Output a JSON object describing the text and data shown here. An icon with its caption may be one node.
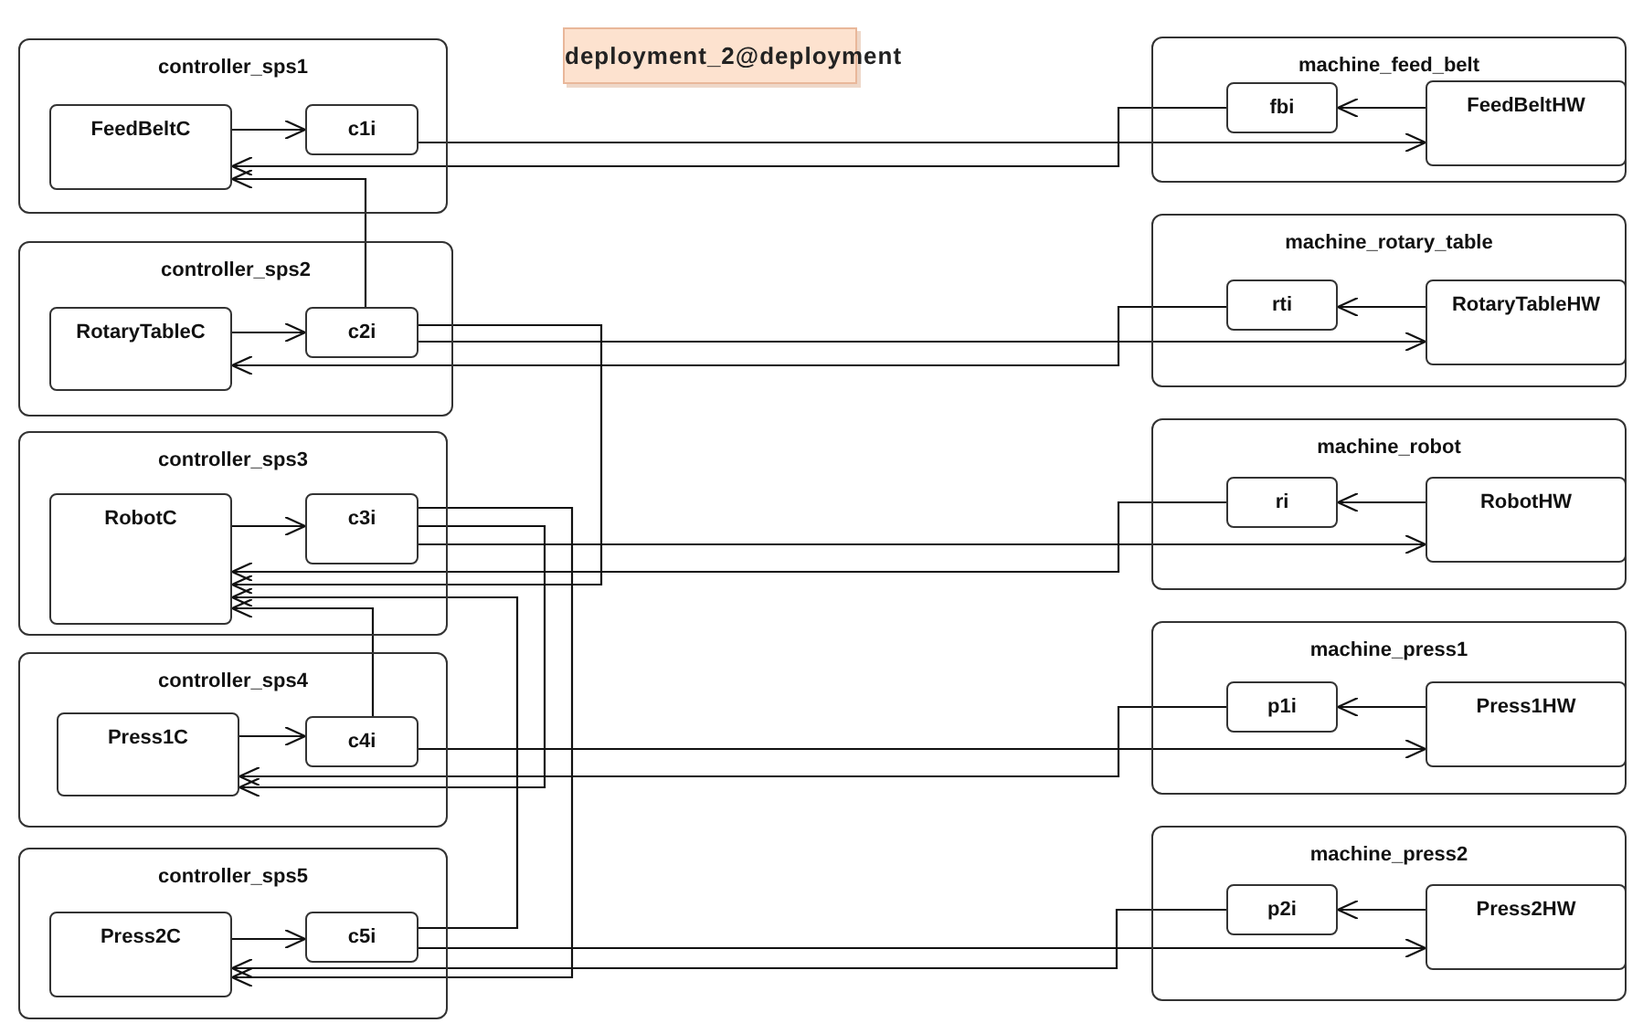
{
  "diagram": {
    "title": "deployment_2@deployment",
    "nodes": [
      {
        "text": [
          "controller_sps1"
        ]
      },
      {
        "text": [
          "FeedBeltC"
        ],
        "in": 0
      },
      {
        "text": [
          "c1i"
        ],
        "in": 0
      },
      {
        "text": [
          "machine_feed_belt"
        ]
      },
      {
        "text": [
          "fbi"
        ],
        "in": 3
      },
      {
        "text": [
          "FeedBeltHW"
        ],
        "in": 3
      },
      {
        "text": [
          "controller_sps2"
        ]
      },
      {
        "text": [
          "RotaryTableC"
        ],
        "in": 6
      },
      {
        "text": [
          "c2i"
        ],
        "in": 6
      },
      {
        "text": [
          "machine_rotary_table"
        ]
      },
      {
        "text": [
          "rti"
        ],
        "in": 9
      },
      {
        "text": [
          "RotaryTableHW"
        ],
        "in": 9
      },
      {
        "text": [
          "controller_sps3"
        ]
      },
      {
        "text": [
          "RobotC"
        ],
        "in": 12
      },
      {
        "text": [
          "c3i"
        ],
        "in": 12
      },
      {
        "text": [
          "machine_robot"
        ]
      },
      {
        "text": [
          "ri"
        ],
        "in": 15
      },
      {
        "text": [
          "RobotHW"
        ],
        "in": 15
      },
      {
        "text": [
          "controller_sps4"
        ]
      },
      {
        "text": [
          "Press1C"
        ],
        "in": 18
      },
      {
        "text": [
          "c4i"
        ],
        "in": 18
      },
      {
        "text": [
          "machine_press1"
        ]
      },
      {
        "text": [
          "p1i"
        ],
        "in": 21
      },
      {
        "text": [
          "Press1HW"
        ],
        "in": 21
      },
      {
        "text": [
          "controller_sps5"
        ]
      },
      {
        "text": [
          "Press2C"
        ],
        "in": 24
      },
      {
        "text": [
          "c5i"
        ],
        "in": 24
      },
      {
        "text": [
          "machine_press2"
        ]
      },
      {
        "text": [
          "p2i"
        ],
        "in": 27
      },
      {
        "text": [
          "Press2HW"
        ],
        "in": 27
      }
    ],
    "edges": [
      {
        "from": 1,
        "to": 2,
        "arrow": "to"
      },
      {
        "from": 5,
        "to": 4,
        "arrow": "to"
      },
      {
        "from": 2,
        "to": 5,
        "arrow": "to"
      },
      {
        "from": 4,
        "to": 1,
        "arrow": "to"
      },
      {
        "from": 8,
        "to": 1,
        "arrow": "to"
      },
      {
        "from": 7,
        "to": 8,
        "arrow": "to"
      },
      {
        "from": 11,
        "to": 10,
        "arrow": "to"
      },
      {
        "from": 8,
        "to": 11,
        "arrow": "to"
      },
      {
        "from": 10,
        "to": 7,
        "arrow": "to"
      },
      {
        "from": 8,
        "to": 13,
        "arrow": "to"
      },
      {
        "from": 13,
        "to": 14,
        "arrow": "to"
      },
      {
        "from": 17,
        "to": 16,
        "arrow": "to"
      },
      {
        "from": 14,
        "to": 17,
        "arrow": "to"
      },
      {
        "from": 16,
        "to": 13,
        "arrow": "to"
      },
      {
        "from": 14,
        "to": 19,
        "arrow": "to"
      },
      {
        "from": 14,
        "to": 25,
        "arrow": "to"
      },
      {
        "from": 19,
        "to": 20,
        "arrow": "to"
      },
      {
        "from": 23,
        "to": 22,
        "arrow": "to"
      },
      {
        "from": 20,
        "to": 23,
        "arrow": "to"
      },
      {
        "from": 22,
        "to": 19,
        "arrow": "to"
      },
      {
        "from": 20,
        "to": 13,
        "arrow": "to"
      },
      {
        "from": 25,
        "to": 26,
        "arrow": "to"
      },
      {
        "from": 29,
        "to": 28,
        "arrow": "to"
      },
      {
        "from": 26,
        "to": 29,
        "arrow": "to"
      },
      {
        "from": 28,
        "to": 25,
        "arrow": "to"
      },
      {
        "from": 26,
        "to": 13,
        "arrow": "to"
      }
    ]
  }
}
